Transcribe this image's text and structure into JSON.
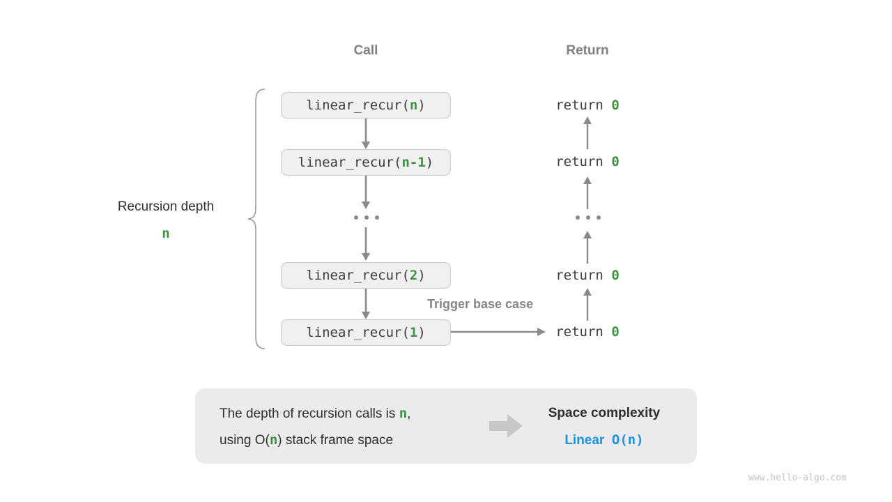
{
  "columns": {
    "call_header": "Call",
    "return_header": "Return"
  },
  "depth": {
    "label": "Recursion depth",
    "value": "n"
  },
  "frames": [
    {
      "prefix": "linear_recur(",
      "arg": "n",
      "suffix": ")"
    },
    {
      "prefix": "linear_recur(",
      "arg": "n-1",
      "suffix": ")"
    },
    {
      "prefix": "linear_recur(",
      "arg": "2",
      "suffix": ")"
    },
    {
      "prefix": "linear_recur(",
      "arg": "1",
      "suffix": ")"
    }
  ],
  "returns": [
    {
      "text": "return ",
      "value": "0"
    },
    {
      "text": "return ",
      "value": "0"
    },
    {
      "text": "return ",
      "value": "0"
    },
    {
      "text": "return ",
      "value": "0"
    }
  ],
  "trigger_label": "Trigger base case",
  "summary": {
    "line1_a": "The depth of recursion calls is ",
    "line1_n": "n",
    "line1_b": ",",
    "line2_a": "using ",
    "line2_o": "O(",
    "line2_n": "n",
    "line2_c": ")",
    "line2_b": " stack frame space",
    "result_title": "Space complexity",
    "result_name": "Linear",
    "result_value": "O(n)"
  },
  "watermark": "www.hello-algo.com",
  "colors": {
    "accent_green": "#3f9142",
    "accent_blue": "#1b92e0",
    "box_fill": "#f0f0f0",
    "box_border": "#c9c9c9",
    "panel_fill": "#ebebeb",
    "arrow_gray": "#8a8a8a",
    "header_gray": "#808080"
  }
}
